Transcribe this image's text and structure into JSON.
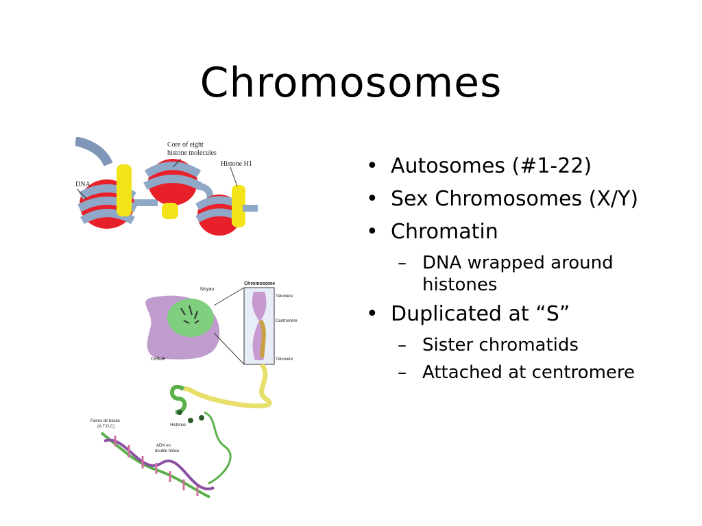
{
  "slide": {
    "title": "Chromosomes",
    "bullets": [
      {
        "text": "Autosomes (#1-22)"
      },
      {
        "text": "Sex Chromosomes (X/Y)"
      },
      {
        "text": "Chromatin",
        "subs": [
          "DNA wrapped around histones"
        ]
      },
      {
        "text": "Duplicated at “S”",
        "subs": [
          "Sister chromatids",
          "Attached at centromere"
        ]
      }
    ],
    "bullet_glyph": "•",
    "dash_glyph": "–"
  },
  "figure_nucleosome": {
    "labels": {
      "core": "Core of eight",
      "core2": "histone molecules",
      "h1": "Histone H1",
      "dna": "DNA"
    },
    "colors": {
      "histone": "#e8202a",
      "dna": "#8fa8c8",
      "h1": "#f2e418"
    }
  },
  "figure_chromosome": {
    "labels": {
      "noyau": "Noyau",
      "chromosome": "Chromosome",
      "telomere_top": "Télomère",
      "centromere": "Centromère",
      "telomere_bottom": "Télomère",
      "cellule": "Cellule",
      "paires1": "Paires de bases",
      "paires2": "(A,T,G,C)",
      "histones": "Histones",
      "adn1": "ADN en",
      "adn2": "double hélice"
    },
    "colors": {
      "cell": "#b48ac6",
      "nucleus": "#7fcf7f",
      "chromosome": "#c79ad0",
      "helix": "#5ab04a"
    }
  }
}
